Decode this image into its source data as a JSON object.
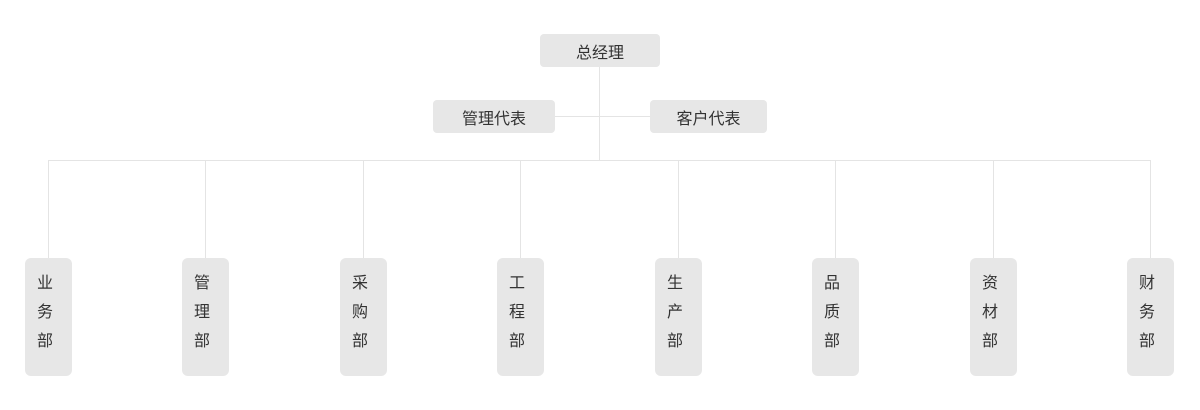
{
  "chart": {
    "type": "org-chart",
    "root": {
      "label": "总经理"
    },
    "representatives": [
      {
        "label": "管理代表"
      },
      {
        "label": "客户代表"
      }
    ],
    "departments": [
      {
        "label": "业务部"
      },
      {
        "label": "管理部"
      },
      {
        "label": "采购部"
      },
      {
        "label": "工程部"
      },
      {
        "label": "生产部"
      },
      {
        "label": "品质部"
      },
      {
        "label": "资材部"
      },
      {
        "label": "财务部"
      }
    ]
  },
  "colors": {
    "node_background": "#e7e7e7",
    "connector_line": "#e4e4e4",
    "text": "#333333",
    "page_background": "#ffffff"
  }
}
